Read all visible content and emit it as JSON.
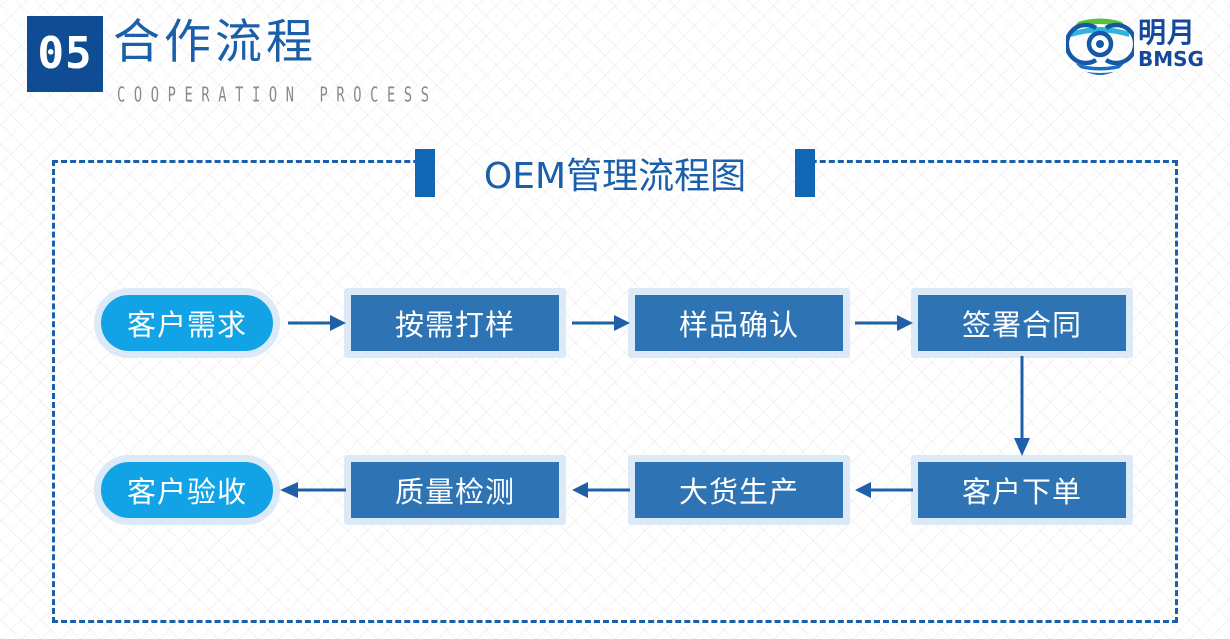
{
  "header": {
    "number": "05",
    "title_cn": "合作流程",
    "title_en": "COOPERATION PROCESS",
    "logo": {
      "name_cn": "明月",
      "name_en": "BMSG"
    }
  },
  "diagram": {
    "title": "OEM管理流程图",
    "colors": {
      "accent_dark_blue": "#1A5FA8",
      "node_rect_fill": "#2E74B5",
      "node_pill_fill": "#11A3E6",
      "node_border": "#DCE9F7",
      "badge_blue": "#0F4C93",
      "title_bar_blue": "#1267B5",
      "arrow_blue": "#1F5FA8"
    },
    "row1": [
      {
        "label": "客户需求",
        "shape": "pill"
      },
      {
        "label": "按需打样",
        "shape": "rect"
      },
      {
        "label": "样品确认",
        "shape": "rect"
      },
      {
        "label": "签署合同",
        "shape": "rect"
      }
    ],
    "row2": [
      {
        "label": "客户验收",
        "shape": "pill"
      },
      {
        "label": "质量检测",
        "shape": "rect"
      },
      {
        "label": "大货生产",
        "shape": "rect"
      },
      {
        "label": "客户下单",
        "shape": "rect"
      }
    ],
    "connectors": [
      {
        "name": "arrow-customer-demand-to-sampling",
        "direction": "right"
      },
      {
        "name": "arrow-sampling-to-sample-confirm",
        "direction": "right"
      },
      {
        "name": "arrow-sample-confirm-to-sign-contract",
        "direction": "right"
      },
      {
        "name": "arrow-sign-contract-to-place-order",
        "direction": "down"
      },
      {
        "name": "arrow-place-order-to-bulk-production",
        "direction": "left"
      },
      {
        "name": "arrow-bulk-production-to-quality-check",
        "direction": "left"
      },
      {
        "name": "arrow-quality-check-to-customer-acceptance",
        "direction": "left"
      }
    ]
  }
}
